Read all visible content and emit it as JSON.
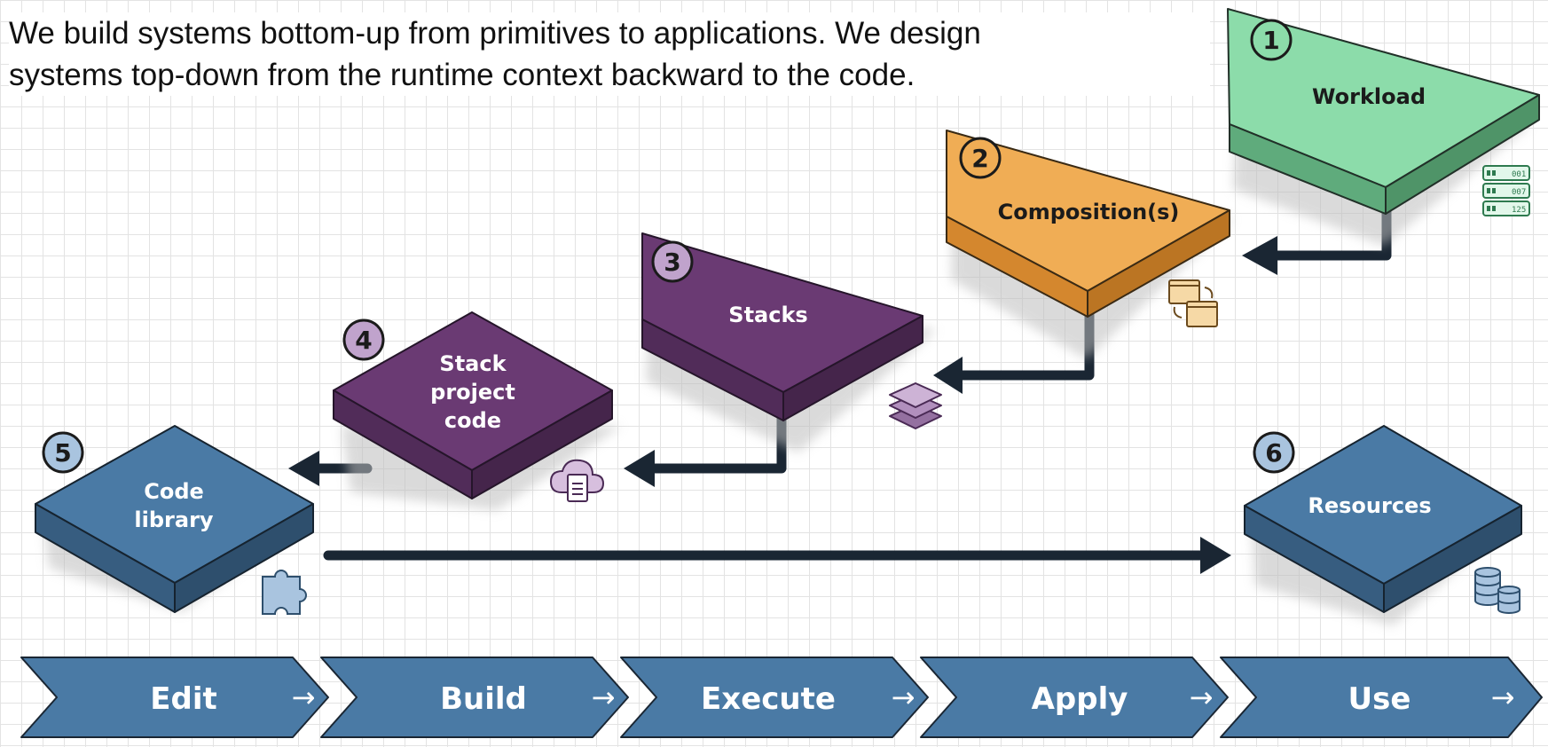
{
  "caption": {
    "line1": "We build systems bottom-up from primitives to applications. We design",
    "line2": "systems top-down from the runtime context backward to the code."
  },
  "blocks": [
    {
      "number": "1",
      "label": [
        "Workload"
      ],
      "icon": "server-icon"
    },
    {
      "number": "2",
      "label": [
        "Composition(s)"
      ],
      "icon": "windows-swap-icon"
    },
    {
      "number": "3",
      "label": [
        "Stacks"
      ],
      "icon": "layers-icon"
    },
    {
      "number": "4",
      "label": [
        "Stack",
        "project",
        "code"
      ],
      "icon": "cloud-document-icon"
    },
    {
      "number": "5",
      "label": [
        "Code",
        "library"
      ],
      "icon": "puzzle-icon"
    },
    {
      "number": "6",
      "label": [
        "Resources"
      ],
      "icon": "database-icon"
    }
  ],
  "steps": [
    {
      "label": "Edit",
      "arrow": "→"
    },
    {
      "label": "Build",
      "arrow": "→"
    },
    {
      "label": "Execute",
      "arrow": "→"
    },
    {
      "label": "Apply",
      "arrow": "→"
    },
    {
      "label": "Use",
      "arrow": "→"
    }
  ],
  "colors": {
    "workload": "#8cdcaa",
    "composition": "#f0ad55",
    "purple": "#6a3a73",
    "blue": "#4a7aa5",
    "step": "#4a7aa5",
    "connector": "#1a2633"
  },
  "server_icon_text": [
    "001",
    "007",
    "125"
  ]
}
